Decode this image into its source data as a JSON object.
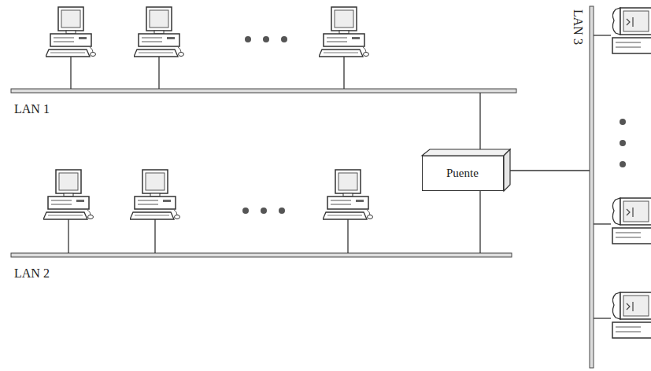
{
  "diagram": {
    "nodes": [
      {
        "text": [
          "Puente"
        ]
      }
    ],
    "labels": [
      "LAN 1",
      "LAN 2",
      "LAN 3"
    ]
  }
}
